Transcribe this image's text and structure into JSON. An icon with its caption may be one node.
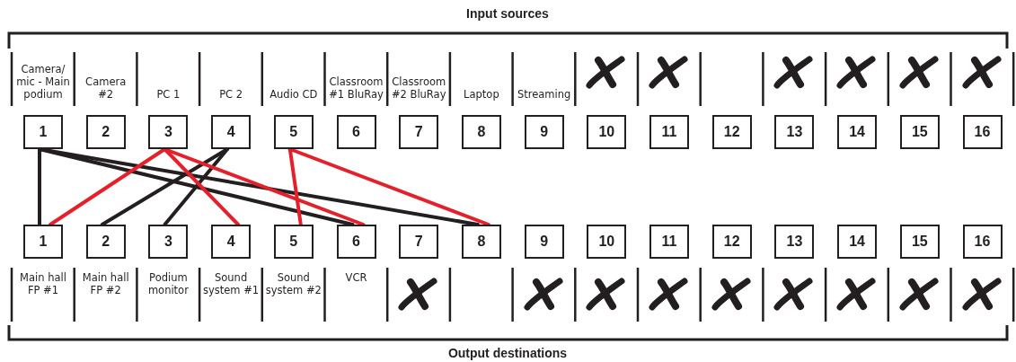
{
  "diagram": {
    "nodes": [
      {
        "text": [
          "1"
        ],
        "beside": [
          "Camera/ mic - Main podium"
        ]
      },
      {
        "text": [
          "2"
        ],
        "beside": [
          "Camera #2"
        ]
      },
      {
        "text": [
          "3"
        ],
        "beside": [
          "PC 1"
        ]
      },
      {
        "text": [
          "4"
        ],
        "beside": [
          "PC 2"
        ]
      },
      {
        "text": [
          "5"
        ],
        "beside": [
          "Audio CD"
        ]
      },
      {
        "text": [
          "6"
        ],
        "beside": [
          "Classroom #1 BluRay"
        ]
      },
      {
        "text": [
          "7"
        ],
        "beside": [
          "Classroom #2 BluRay"
        ]
      },
      {
        "text": [
          "8"
        ],
        "beside": [
          "Laptop"
        ]
      },
      {
        "text": [
          "9"
        ],
        "beside": [
          "Streaming"
        ]
      },
      {
        "text": [
          "10"
        ]
      },
      {
        "text": [
          "11"
        ]
      },
      {
        "text": [
          "12"
        ]
      },
      {
        "text": [
          "13"
        ]
      },
      {
        "text": [
          "14"
        ]
      },
      {
        "text": [
          "15"
        ]
      },
      {
        "text": [
          "16"
        ]
      },
      {
        "text": [
          "1"
        ],
        "beside": [
          "Main hall FP #1"
        ]
      },
      {
        "text": [
          "2"
        ],
        "beside": [
          "Main hall FP #2"
        ]
      },
      {
        "text": [
          "3"
        ],
        "beside": [
          "Podium monitor"
        ]
      },
      {
        "text": [
          "4"
        ],
        "beside": [
          "Sound system #1"
        ]
      },
      {
        "text": [
          "5"
        ],
        "beside": [
          "Sound system #2"
        ]
      },
      {
        "text": [
          "6"
        ],
        "beside": [
          "VCR"
        ]
      },
      {
        "text": [
          "7"
        ]
      },
      {
        "text": [
          "8"
        ]
      },
      {
        "text": [
          "9"
        ]
      },
      {
        "text": [
          "10"
        ]
      },
      {
        "text": [
          "11"
        ]
      },
      {
        "text": [
          "12"
        ]
      },
      {
        "text": [
          "13"
        ]
      },
      {
        "text": [
          "14"
        ]
      },
      {
        "text": [
          "15"
        ]
      },
      {
        "text": [
          "16"
        ]
      }
    ],
    "edges": [
      {
        "from": 0,
        "to": 16,
        "arrow": "none"
      },
      {
        "from": 0,
        "to": 21,
        "arrow": "none"
      },
      {
        "from": 0,
        "to": 23,
        "arrow": "none"
      },
      {
        "from": 3,
        "to": 17,
        "arrow": "none"
      },
      {
        "from": 3,
        "to": 18,
        "arrow": "none"
      },
      {
        "from": 2,
        "to": 16,
        "arrow": "none",
        "color": "#e5202a"
      },
      {
        "from": 2,
        "to": 19,
        "arrow": "none",
        "color": "#e5202a"
      },
      {
        "from": 2,
        "to": 21,
        "arrow": "none",
        "color": "#e5202a"
      },
      {
        "from": 4,
        "to": 20,
        "arrow": "none",
        "color": "#e5202a"
      },
      {
        "from": 4,
        "to": 23,
        "arrow": "none",
        "color": "#e5202a"
      }
    ],
    "labels": [
      "Input sources",
      "Output destinations"
    ]
  }
}
